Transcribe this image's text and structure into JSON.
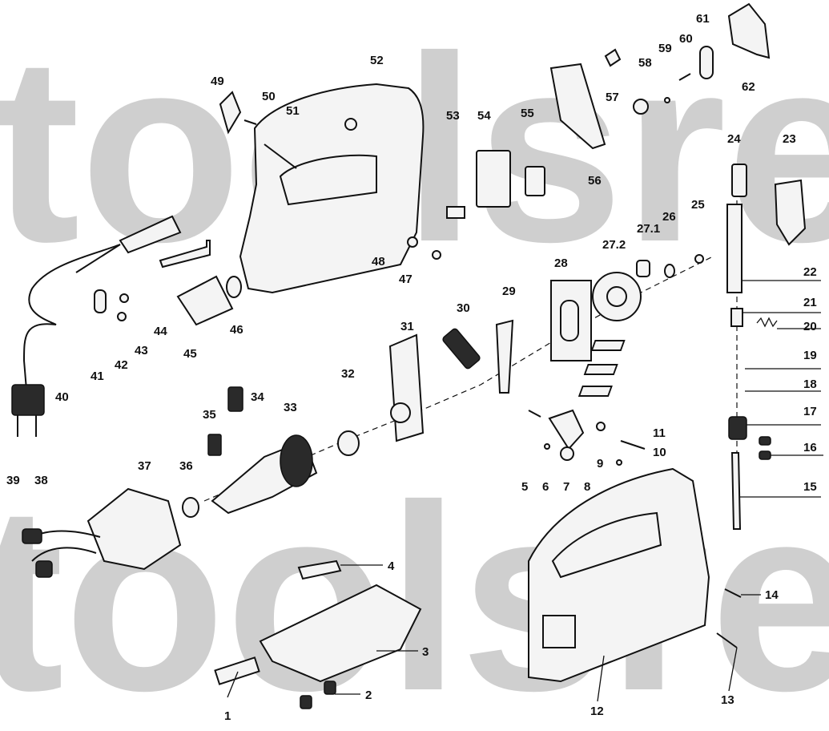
{
  "watermark": {
    "large_text": "toolsrepair.ru"
  },
  "parts": [
    {
      "label": "1"
    },
    {
      "label": "2"
    },
    {
      "label": "3"
    },
    {
      "label": "4"
    },
    {
      "label": "5"
    },
    {
      "label": "6"
    },
    {
      "label": "7"
    },
    {
      "label": "8"
    },
    {
      "label": "9"
    },
    {
      "label": "10"
    },
    {
      "label": "11"
    },
    {
      "label": "12"
    },
    {
      "label": "13"
    },
    {
      "label": "14"
    },
    {
      "label": "15"
    },
    {
      "label": "16"
    },
    {
      "label": "17"
    },
    {
      "label": "18"
    },
    {
      "label": "19"
    },
    {
      "label": "20"
    },
    {
      "label": "21"
    },
    {
      "label": "22"
    },
    {
      "label": "23"
    },
    {
      "label": "24"
    },
    {
      "label": "25"
    },
    {
      "label": "26"
    },
    {
      "label": "27.1"
    },
    {
      "label": "27.2"
    },
    {
      "label": "28"
    },
    {
      "label": "29"
    },
    {
      "label": "30"
    },
    {
      "label": "31"
    },
    {
      "label": "32"
    },
    {
      "label": "33"
    },
    {
      "label": "34"
    },
    {
      "label": "35"
    },
    {
      "label": "36"
    },
    {
      "label": "37"
    },
    {
      "label": "38"
    },
    {
      "label": "39"
    },
    {
      "label": "40"
    },
    {
      "label": "41"
    },
    {
      "label": "42"
    },
    {
      "label": "43"
    },
    {
      "label": "44"
    },
    {
      "label": "45"
    },
    {
      "label": "46"
    },
    {
      "label": "47"
    },
    {
      "label": "48"
    },
    {
      "label": "49"
    },
    {
      "label": "50"
    },
    {
      "label": "51"
    },
    {
      "label": "52"
    },
    {
      "label": "53"
    },
    {
      "label": "54"
    },
    {
      "label": "55"
    },
    {
      "label": "56"
    },
    {
      "label": "57"
    },
    {
      "label": "58"
    },
    {
      "label": "59"
    },
    {
      "label": "60"
    },
    {
      "label": "61"
    },
    {
      "label": "62"
    }
  ]
}
